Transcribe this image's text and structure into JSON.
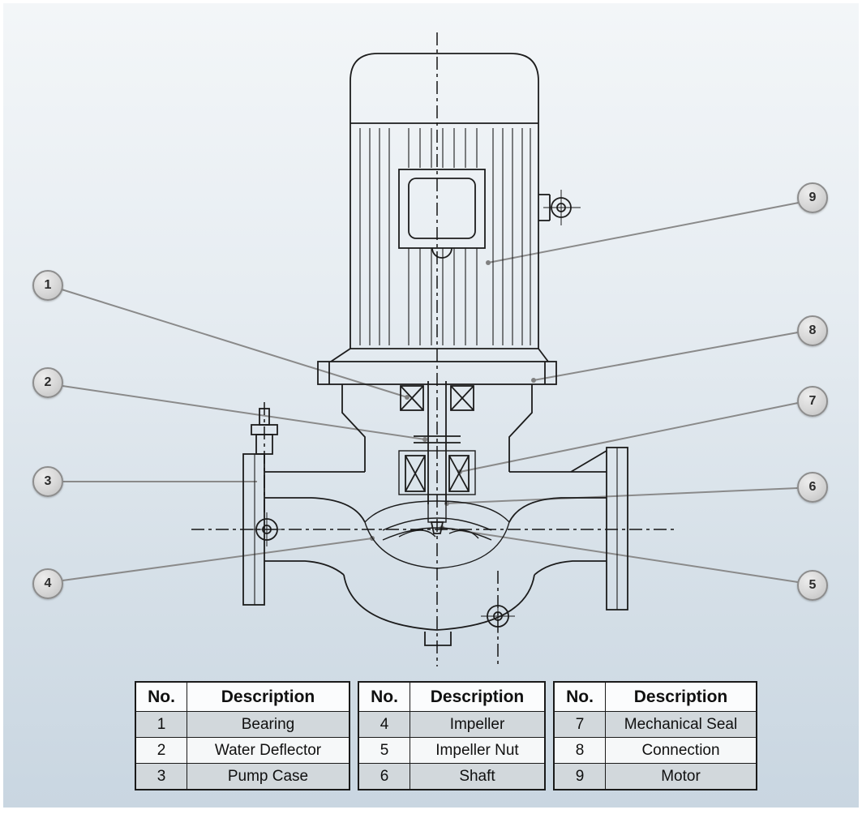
{
  "page": {
    "background_top": "#f3f6f8",
    "background_bottom": "#c9d6e1",
    "line_color": "#1c1c1c",
    "leader_color": "#8a8a8a"
  },
  "callouts": [
    {
      "label": "1",
      "part": "Bearing"
    },
    {
      "label": "2",
      "part": "Water Deflector"
    },
    {
      "label": "3",
      "part": "Pump Case"
    },
    {
      "label": "4",
      "part": "Impeller"
    },
    {
      "label": "5",
      "part": "Impeller Nut"
    },
    {
      "label": "6",
      "part": "Shaft"
    },
    {
      "label": "7",
      "part": "Mechanical Seal"
    },
    {
      "label": "8",
      "part": "Connection"
    },
    {
      "label": "9",
      "part": "Motor"
    }
  ],
  "tables": [
    {
      "headers": [
        "No.",
        "Description"
      ],
      "rows": [
        [
          "1",
          "Bearing"
        ],
        [
          "2",
          "Water Deflector"
        ],
        [
          "3",
          "Pump Case"
        ]
      ]
    },
    {
      "headers": [
        "No.",
        "Description"
      ],
      "rows": [
        [
          "4",
          "Impeller"
        ],
        [
          "5",
          "Impeller Nut"
        ],
        [
          "6",
          "Shaft"
        ]
      ]
    },
    {
      "headers": [
        "No.",
        "Description"
      ],
      "rows": [
        [
          "7",
          "Mechanical Seal"
        ],
        [
          "8",
          "Connection"
        ],
        [
          "9",
          "Motor"
        ]
      ]
    }
  ]
}
